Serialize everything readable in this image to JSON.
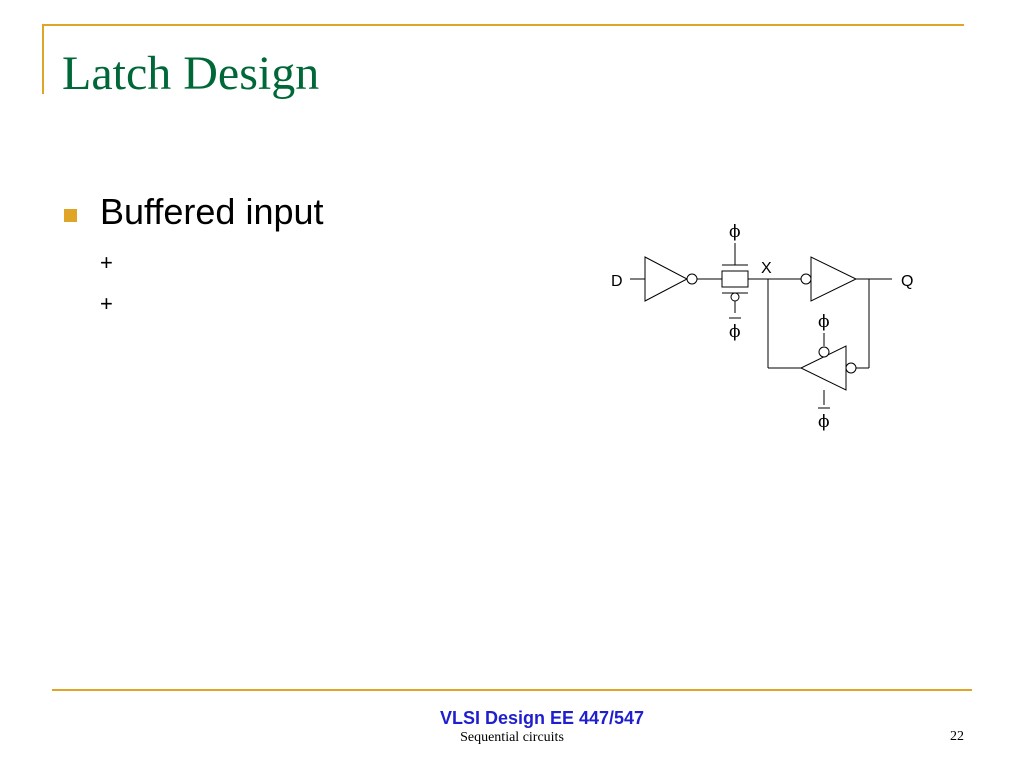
{
  "slide": {
    "title": "Latch Design",
    "bullet": "Buffered input",
    "sub_items": [
      "+",
      "+"
    ]
  },
  "circuit": {
    "input_label": "D",
    "output_label": "Q",
    "node_label": "X",
    "clock_symbol": "ϕ",
    "transmission_gate_clock": "ϕ",
    "transmission_gate_clock_bar": "ϕ",
    "feedback_clock": "ϕ",
    "feedback_clock_bar": "ϕ"
  },
  "footer": {
    "course": "VLSI Design EE 447/547",
    "subject": "Sequential circuits",
    "page_number": "22"
  },
  "colors": {
    "accent": "#e0a526",
    "title": "#006838",
    "course": "#1f1fcf"
  }
}
